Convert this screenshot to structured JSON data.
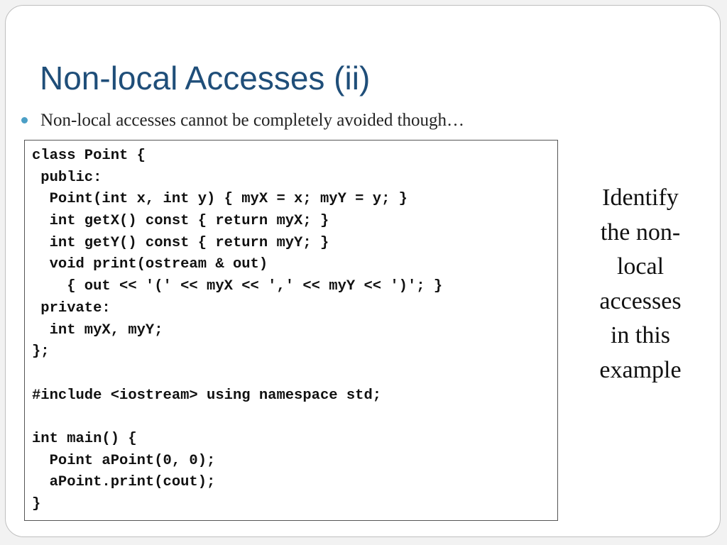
{
  "slide": {
    "title": "Non-local Accesses (ii)",
    "bullet": "Non-local accesses cannot be completely avoided though…",
    "code_lines": [
      "class Point {",
      " public:",
      "  Point(int x, int y) { myX = x; myY = y; }",
      "  int getX() const { return myX; }",
      "  int getY() const { return myY; }",
      "  void print(ostream & out)",
      "    { out << '(' << myX << ',' << myY << ')'; }",
      " private:",
      "  int myX, myY;",
      "};",
      "",
      "#include <iostream> using namespace std;",
      "",
      "int main() {",
      "  Point aPoint(0, 0);",
      "  aPoint.print(cout);",
      "}"
    ],
    "side_note_lines": [
      "Identify",
      "the non-",
      "local",
      "accesses",
      "in this",
      "example"
    ]
  },
  "colors": {
    "title": "#1f4e79",
    "bullet_dot": "#4b9fc6",
    "panel_border": "#bfbfbf",
    "code_border": "#555555"
  }
}
